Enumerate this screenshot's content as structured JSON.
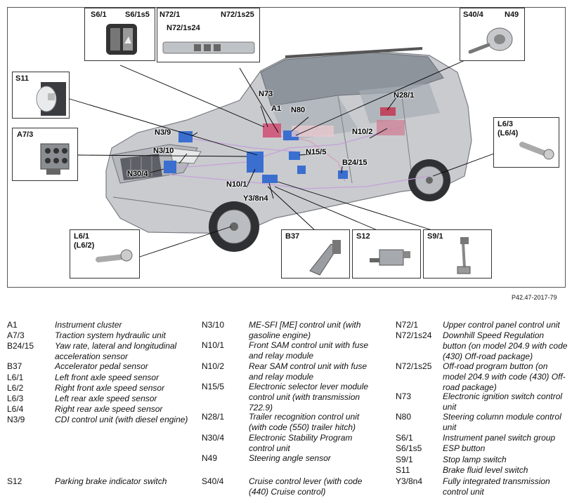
{
  "callouts": {
    "s6_1": "S6/1",
    "s6_1s5": "S6/1s5",
    "n72_1": "N72/1",
    "n72_1s25": "N72/1s25",
    "n72_1s24": "N72/1s24",
    "s40_4": "S40/4",
    "n49": "N49",
    "s11": "S11",
    "a7_3": "A7/3",
    "l6_3": "L6/3",
    "l6_4": "(L6/4)",
    "l6_1": "L6/1",
    "l6_2": "(L6/2)",
    "b37": "B37",
    "s12": "S12",
    "s9_1": "S9/1",
    "n73": "N73",
    "a1": "A1",
    "n80": "N80",
    "n28_1": "N28/1",
    "n3_9": "N3/9",
    "n3_10": "N3/10",
    "n30_4": "N30/4",
    "n10_2": "N10/2",
    "n15_5": "N15/5",
    "b24_15": "B24/15",
    "n10_1": "N10/1",
    "y3_8n4": "Y3/8n4"
  },
  "reference": "P42.47-2017-79",
  "legend": [
    [
      {
        "code": "A1",
        "desc": "Instrument cluster"
      },
      {
        "code": "A7/3",
        "desc": "Traction system hydraulic unit"
      },
      {
        "code": "B24/15",
        "desc": "Yaw rate, lateral and longitudinal acceleration sensor"
      },
      {
        "code": "B37",
        "desc": "Accelerator pedal sensor"
      },
      {
        "code": "L6/1",
        "desc": "Left front axle speed sensor"
      },
      {
        "code": "L6/2",
        "desc": "Right front axle speed sensor"
      },
      {
        "code": "L6/3",
        "desc": "Left rear axle speed sensor"
      },
      {
        "code": "L6/4",
        "desc": "Right rear axle speed sensor"
      },
      {
        "code": "N3/9",
        "desc": "CDI control unit (with diesel engine)"
      },
      {
        "code": "S12",
        "desc": "Parking brake indicator switch"
      }
    ],
    [
      {
        "code": "N3/10",
        "desc": "ME-SFI [ME] control unit (with gasoline engine)"
      },
      {
        "code": "N10/1",
        "desc": "Front SAM control unit with fuse and relay module"
      },
      {
        "code": "N10/2",
        "desc": "Rear SAM control unit with fuse and relay module"
      },
      {
        "code": "N15/5",
        "desc": "Electronic selector lever module control unit (with transmission 722.9)"
      },
      {
        "code": "N28/1",
        "desc": "Trailer recognition control unit (with code (550) trailer hitch)"
      },
      {
        "code": "N30/4",
        "desc": "Electronic Stability Program control unit"
      },
      {
        "code": "N49",
        "desc": "Steering angle sensor"
      },
      {
        "code": "S40/4",
        "desc": "Cruise control lever (with code (440) Cruise control)"
      }
    ],
    [
      {
        "code": "N72/1",
        "desc": "Upper control panel control unit"
      },
      {
        "code": "N72/1s24",
        "desc": "Downhill Speed Regulation button (on model 204.9 with code (430) Off-road package)"
      },
      {
        "code": "N72/1s25",
        "desc": "Off-road program button (on model 204.9 with code (430) Off-road package)"
      },
      {
        "code": "N73",
        "desc": "Electronic ignition switch control unit"
      },
      {
        "code": "N80",
        "desc": "Steering column module control unit"
      },
      {
        "code": "S6/1",
        "desc": "Instrument panel switch group"
      },
      {
        "code": "S6/1s5",
        "desc": "ESP button"
      },
      {
        "code": "S9/1",
        "desc": "Stop lamp switch"
      },
      {
        "code": "S11",
        "desc": "Brake fluid level switch"
      },
      {
        "code": "Y3/8n4",
        "desc": "Fully integrated transmission control unit"
      }
    ]
  ]
}
